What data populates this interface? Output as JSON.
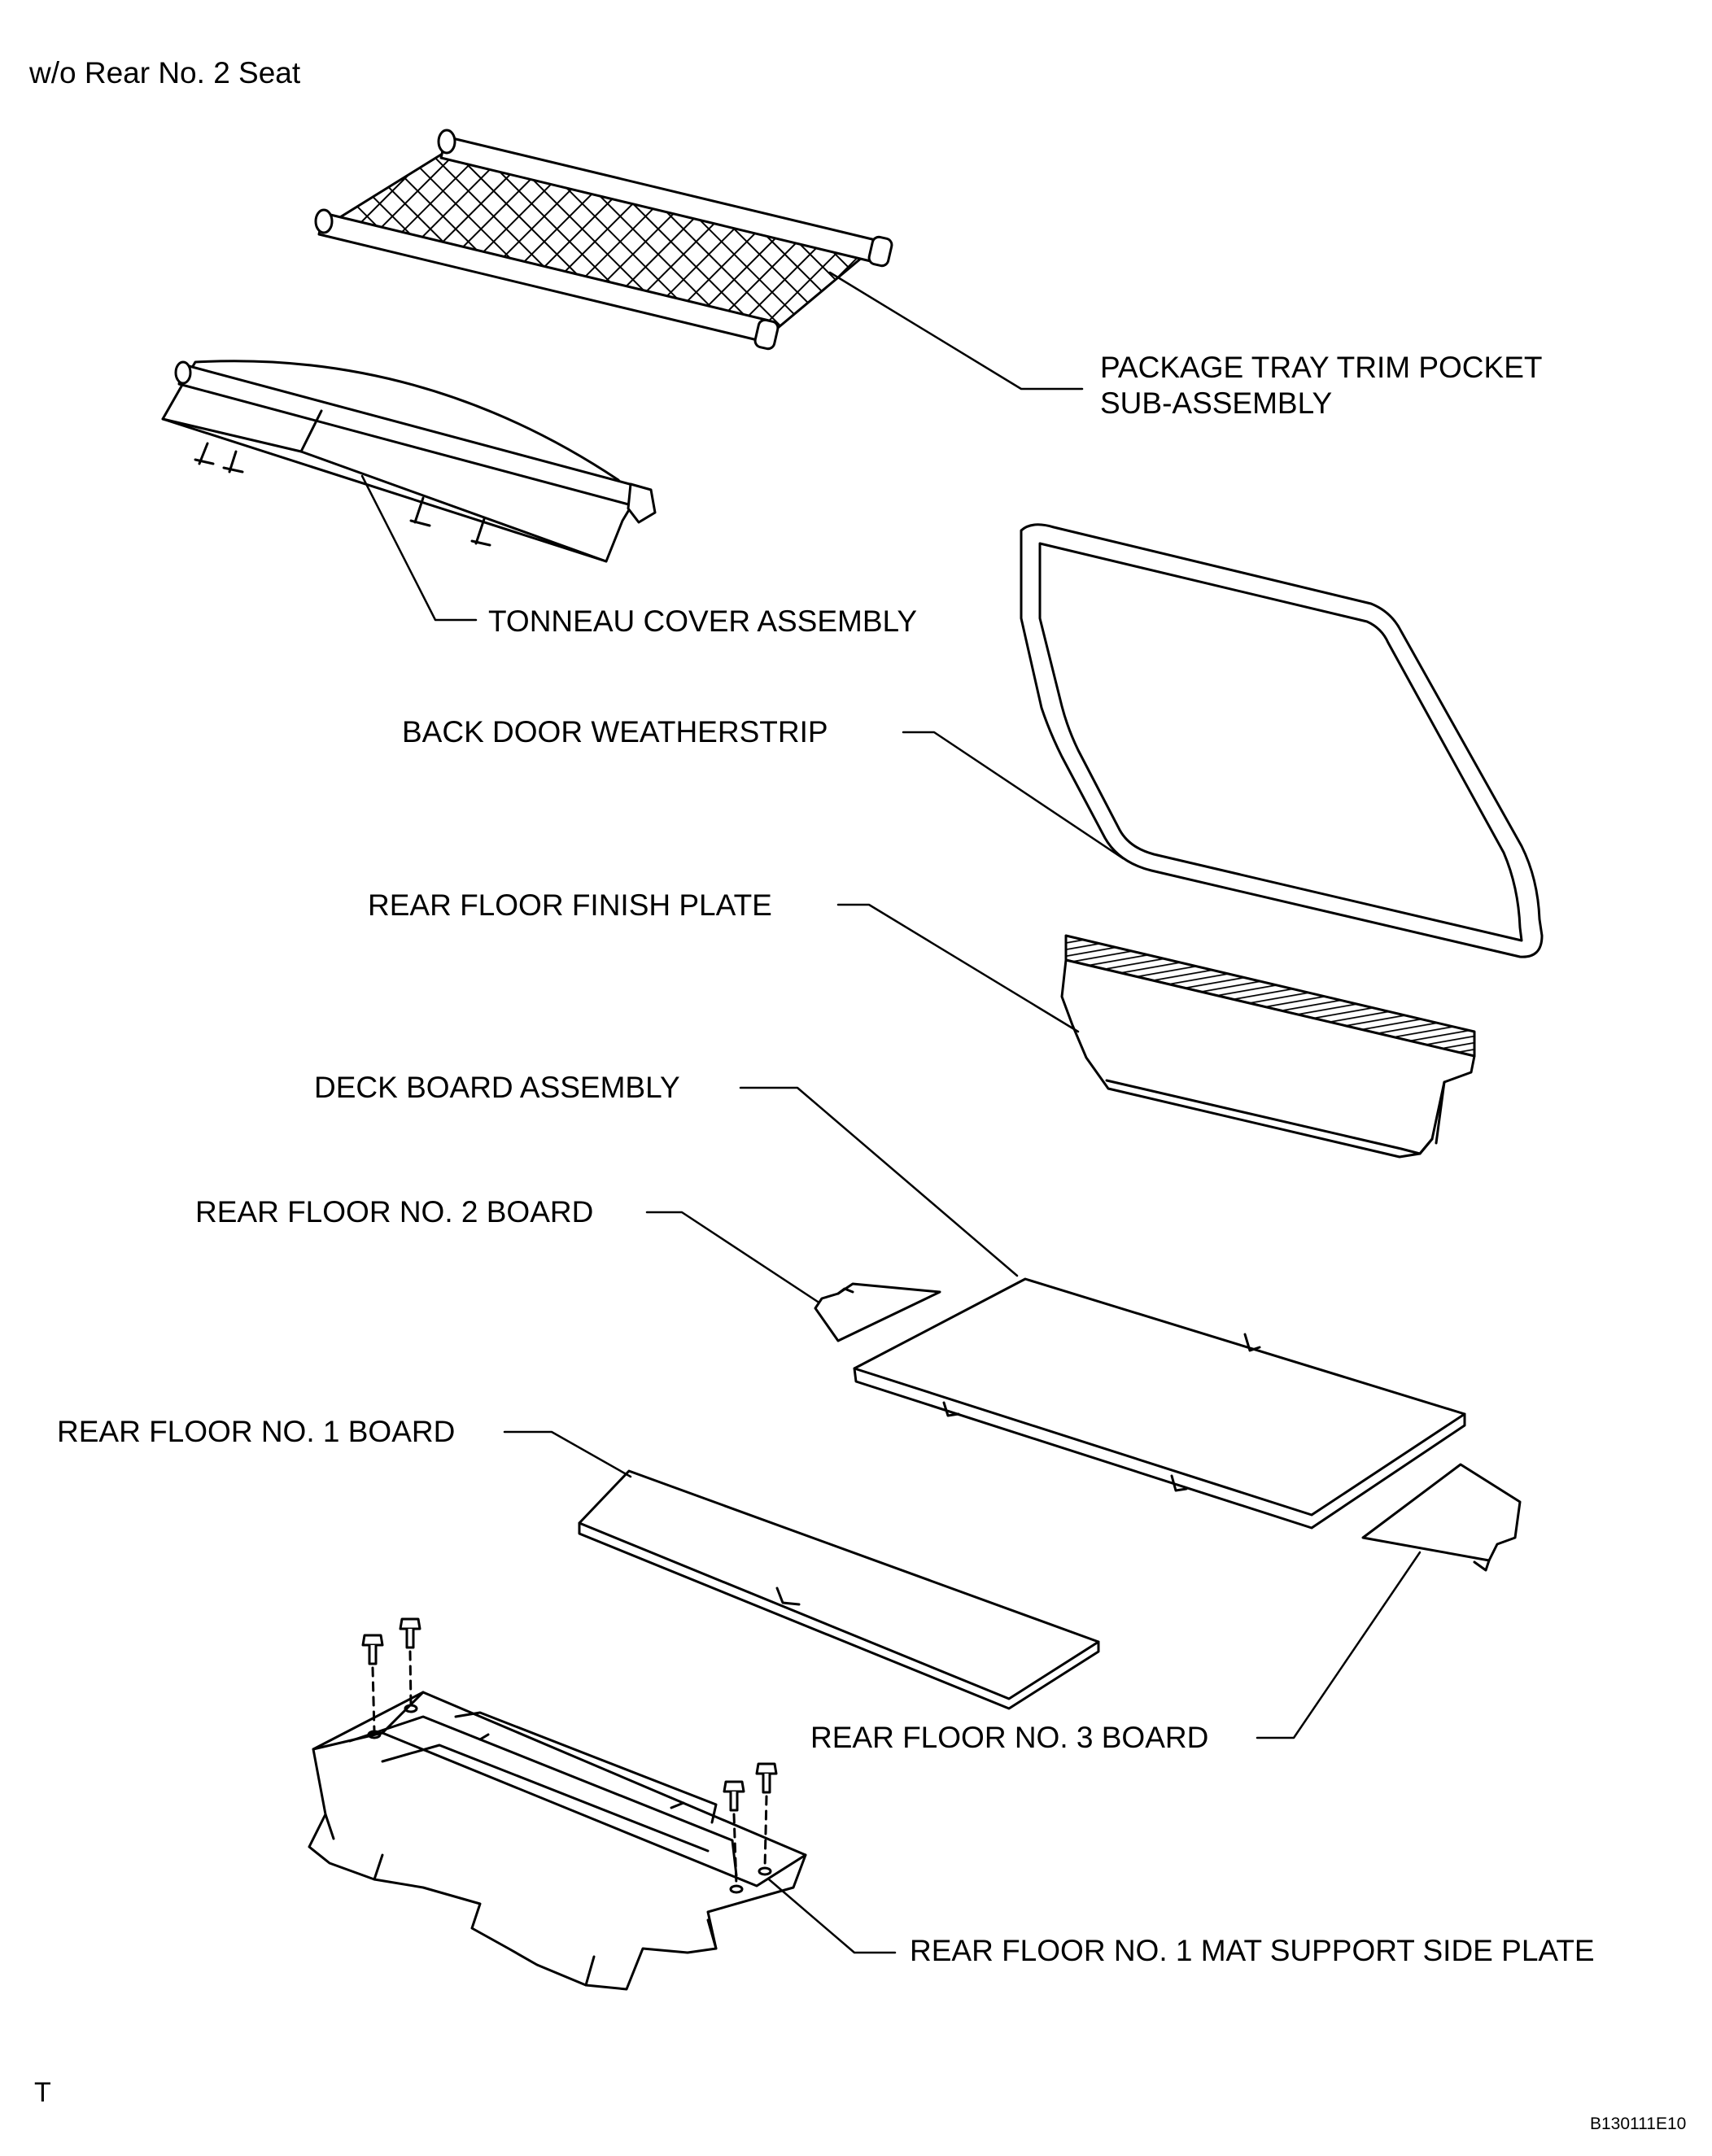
{
  "variant_caption": "w/o Rear No. 2 Seat",
  "parts": [
    {
      "id": "package-tray",
      "lines": [
        "PACKAGE TRAY TRIM POCKET",
        "SUB-ASSEMBLY"
      ]
    },
    {
      "id": "tonneau-cover",
      "lines": [
        "TONNEAU COVER ASSEMBLY"
      ]
    },
    {
      "id": "back-door-weatherstrip",
      "lines": [
        "BACK DOOR WEATHERSTRIP"
      ]
    },
    {
      "id": "rear-floor-finish-plate",
      "lines": [
        "REAR FLOOR FINISH PLATE"
      ]
    },
    {
      "id": "deck-board",
      "lines": [
        "DECK BOARD ASSEMBLY"
      ]
    },
    {
      "id": "rear-floor-no2-board",
      "lines": [
        "REAR FLOOR NO. 2 BOARD"
      ]
    },
    {
      "id": "rear-floor-no1-board",
      "lines": [
        "REAR FLOOR NO. 1 BOARD"
      ]
    },
    {
      "id": "rear-floor-no3-board",
      "lines": [
        "REAR FLOOR NO. 3 BOARD"
      ]
    },
    {
      "id": "mat-support-side-plate",
      "lines": [
        "REAR FLOOR NO. 1 MAT SUPPORT SIDE PLATE"
      ]
    }
  ],
  "corner_mark": "T",
  "figure_code": "B130111E10"
}
